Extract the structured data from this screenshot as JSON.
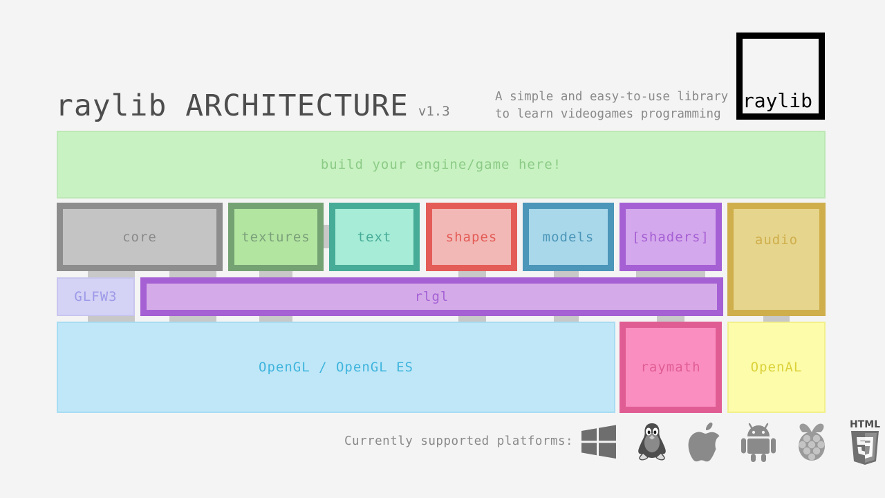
{
  "header": {
    "title": "raylib ARCHITECTURE",
    "version": "v1.3",
    "tagline_line1": "A simple and easy-to-use library",
    "tagline_line2": "to learn videogames programming",
    "logo_text": "raylib"
  },
  "diagram": {
    "engine_banner": "build your engine/game here!",
    "modules": [
      {
        "id": "core",
        "label": "core"
      },
      {
        "id": "textures",
        "label": "textures"
      },
      {
        "id": "text",
        "label": "text"
      },
      {
        "id": "shapes",
        "label": "shapes"
      },
      {
        "id": "models",
        "label": "models"
      },
      {
        "id": "shaders",
        "label": "[shaders]"
      },
      {
        "id": "audio",
        "label": "audio"
      }
    ],
    "mid_layer": [
      {
        "id": "glfw3",
        "label": "GLFW3"
      },
      {
        "id": "rlgl",
        "label": "rlgl"
      }
    ],
    "base_layer": [
      {
        "id": "opengl",
        "label": "OpenGL / OpenGL ES"
      },
      {
        "id": "raymath",
        "label": "raymath"
      },
      {
        "id": "openal",
        "label": "OpenAL"
      }
    ],
    "colors": {
      "background": "#f4f4f4",
      "engine_fill": "#c8f2c2",
      "core_fill": "#c4c4c4",
      "textures_fill": "#b2e5a0",
      "text_fill": "#a6ecd7",
      "shapes_fill": "#f2b8b6",
      "models_fill": "#a9d8ea",
      "shaders_fill": "#d4a8ec",
      "audio_fill": "#e6d58c",
      "glfw3_fill": "#d4d2f5",
      "rlgl_fill": "#d4abe8",
      "opengl_fill": "#bfe7f7",
      "raymath_fill": "#fa8ec0",
      "openal_fill": "#fcfcaa",
      "connector_tab": "#c8c8c8"
    }
  },
  "footer": {
    "label": "Currently supported platforms:",
    "platforms": [
      {
        "id": "windows",
        "name": "windows-icon"
      },
      {
        "id": "linux",
        "name": "linux-tux-icon"
      },
      {
        "id": "apple",
        "name": "apple-icon"
      },
      {
        "id": "android",
        "name": "android-icon"
      },
      {
        "id": "raspberrypi",
        "name": "raspberry-pi-icon"
      },
      {
        "id": "html5",
        "name": "html5-icon"
      }
    ]
  }
}
